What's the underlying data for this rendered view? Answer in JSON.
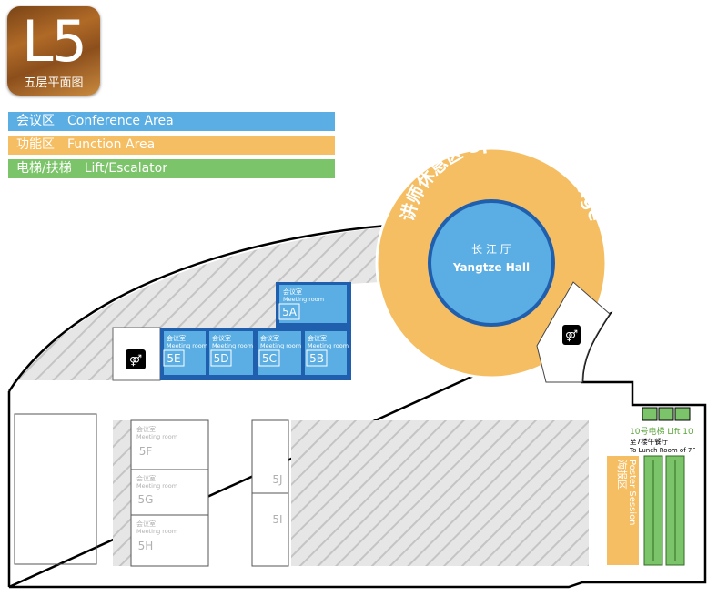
{
  "badge": {
    "level": "L5",
    "caption": "五层平面图"
  },
  "legend": [
    {
      "zh": "会议区",
      "en": "Conference Area",
      "color": "#5aaee3"
    },
    {
      "zh": "功能区",
      "en": "Function  Area",
      "color": "#f6be62"
    },
    {
      "zh": "电梯/扶梯",
      "en": "Lift/Escalator",
      "color": "#7cc46a"
    }
  ],
  "colors": {
    "conference": "#5aaee3",
    "conference_border": "#1f5fae",
    "function": "#f6be62",
    "lift": "#7cc46a",
    "hatch": "#cccccc",
    "wall": "#000000"
  },
  "lounge": {
    "label": "讲师休息区 Speaker Lounge"
  },
  "hall": {
    "zh": "长 江 厅",
    "en": "Yangtze Hall"
  },
  "rooms_blue": {
    "a": {
      "zh": "会议室",
      "en": "Meeting room",
      "id": "5A"
    },
    "b": {
      "zh": "会议室",
      "en": "Meeting room",
      "id": "5B"
    },
    "c": {
      "zh": "会议室",
      "en": "Meeting room",
      "id": "5C"
    },
    "d": {
      "zh": "会议室",
      "en": "Meeting room",
      "id": "5D"
    },
    "e": {
      "zh": "会议室",
      "en": "Meeting room",
      "id": "5E"
    }
  },
  "rooms_gray": {
    "f": {
      "zh": "会议室",
      "en": "Meeting room",
      "id": "5F"
    },
    "g": {
      "zh": "会议室",
      "en": "Meeting room",
      "id": "5G"
    },
    "h": {
      "zh": "会议室",
      "en": "Meeting room",
      "id": "5H"
    },
    "j": {
      "id": "5J"
    },
    "i": {
      "id": "5I"
    }
  },
  "lift": {
    "title": "10号电梯 Lift 10",
    "note_zh": "至7楼午餐厅",
    "note_en": "To Lunch Room of 7F"
  },
  "poster": {
    "zh": "海报区",
    "en": "Poster Session"
  },
  "icons": {
    "restroom": "restroom-icon",
    "lift": "lift-icon",
    "escalator": "escalator-icon"
  }
}
